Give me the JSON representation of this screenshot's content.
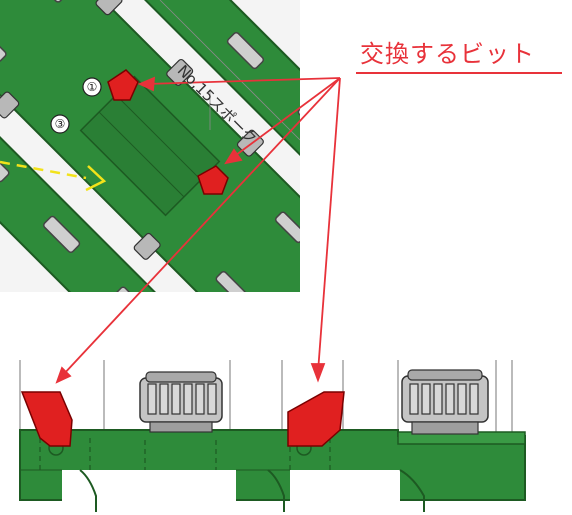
{
  "callout": {
    "text": "交換するビット"
  },
  "plan_view": {
    "label": "No,15スポーク",
    "circle_labels": [
      "①",
      "③"
    ]
  },
  "colors": {
    "plate_green": "#2e8b3a",
    "plate_edge": "#1d5a22",
    "bit_red": "#e02020",
    "arrow_red": "#e8323a",
    "guide_yellow": "#f2e21a",
    "cutter_gray": "#b8b8b8"
  }
}
